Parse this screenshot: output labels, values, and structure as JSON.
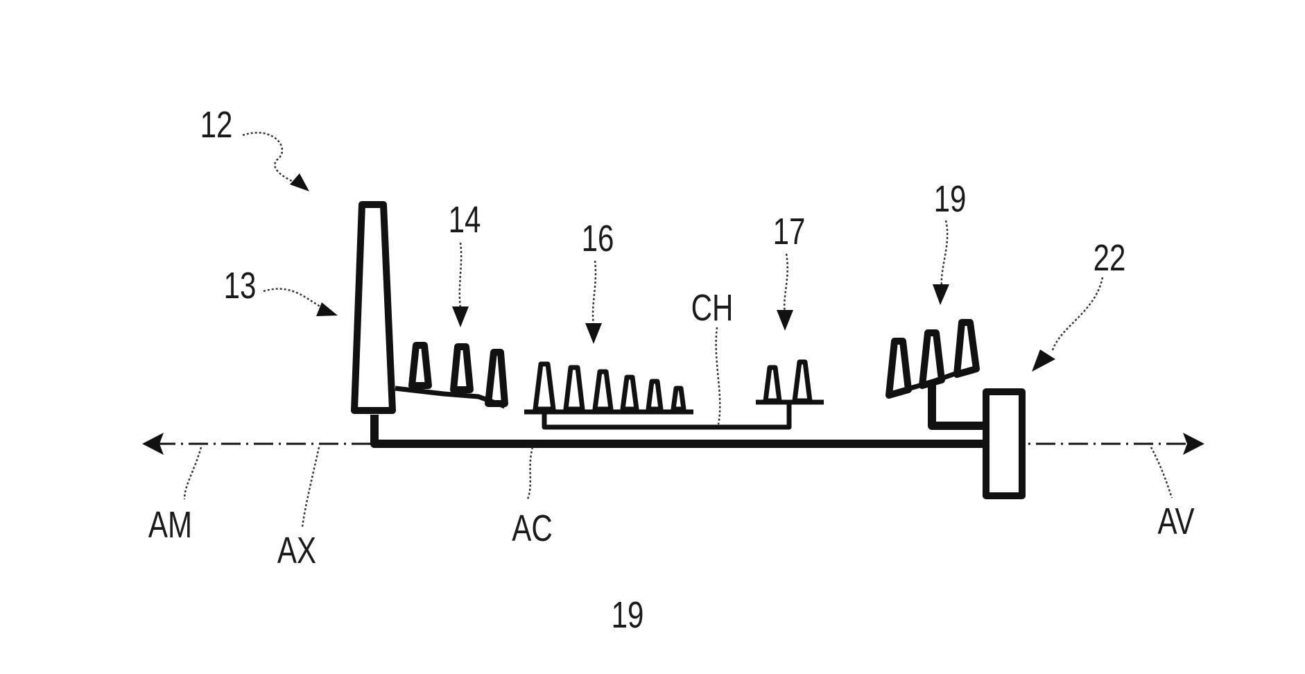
{
  "figure": {
    "kind": "patent drawing - turbomachine architecture (schematic side view)",
    "labels": {
      "ref_12": "12",
      "ref_13": "13",
      "ref_14": "14",
      "ref_16": "16",
      "ref_17": "17",
      "ref_19_blades": "19",
      "ref_22": "22",
      "ref_CH": "CH",
      "ref_AM": "AM",
      "ref_AX": "AX",
      "ref_AC": "AC",
      "ref_AV": "AV",
      "figure_number": "19"
    },
    "colors": {
      "ink": "#111111",
      "background": "#ffffff"
    }
  }
}
